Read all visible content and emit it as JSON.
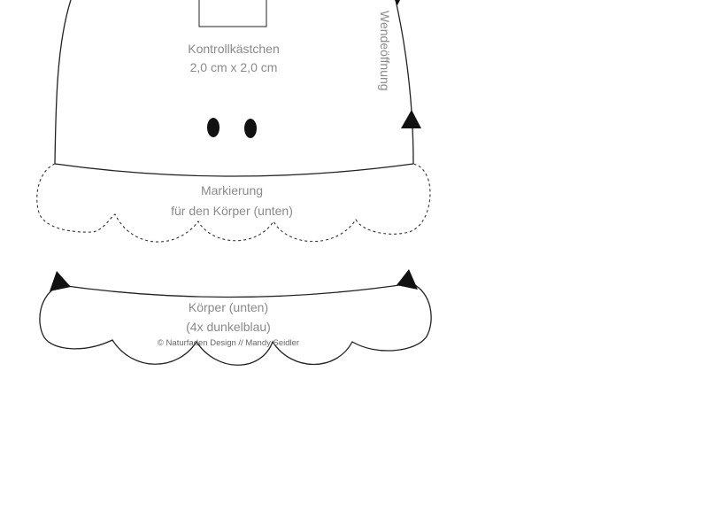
{
  "pattern": {
    "control_box": {
      "title": "Kontrollkästchen",
      "size": "2,0 cm x 2,0 cm"
    },
    "turning_opening": "Wendeöffnung",
    "marking": {
      "line1": "Markierung",
      "line2": "für den Körper (unten)"
    },
    "body_lower": {
      "title": "Körper (unten)",
      "quantity": "(4x dunkelblau)"
    },
    "copyright": "© Naturfaden Design // Mandy Seidler"
  }
}
